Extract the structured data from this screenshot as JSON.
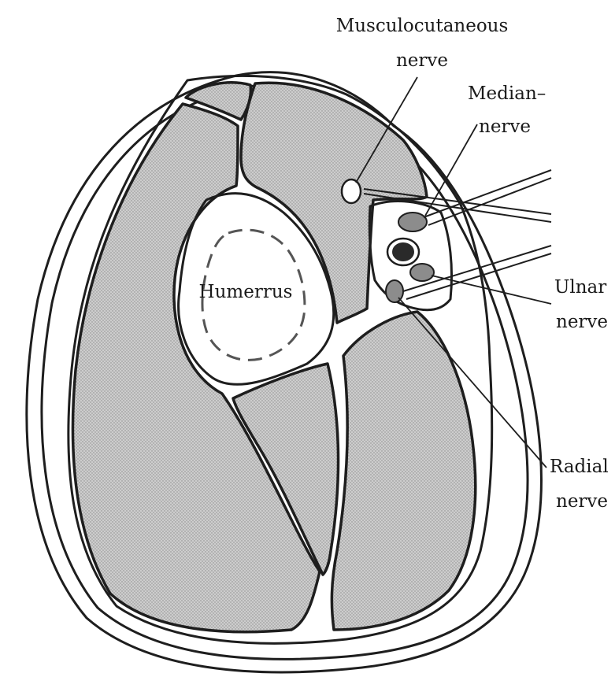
{
  "colors": {
    "outline": "#1e1e1e",
    "muscle_fill": "#c9c9c9",
    "nerve_fill": "#8c8c8c",
    "artery_fill": "#2a2a2a",
    "background": "#ffffff"
  },
  "labels": {
    "musculocutaneous": [
      "Musculocutaneous",
      "nerve"
    ],
    "median": [
      "Median–",
      "nerve"
    ],
    "humerus": "Humerrus",
    "ulnar": [
      "Ulnar",
      "nerve"
    ],
    "radial": [
      "Radial",
      "nerve"
    ]
  }
}
